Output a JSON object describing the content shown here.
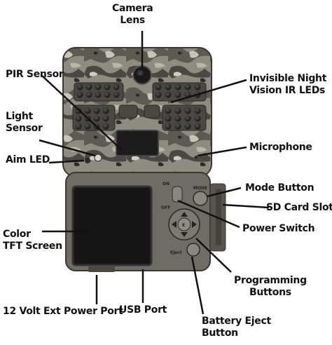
{
  "labels": {
    "camera_lens": "Camera\nLens",
    "pir_sensor": "PIR Sensor",
    "ir_leds": "Invisible Night\nVision IR LEDs",
    "light_sensor": "Light\nSensor",
    "aim_led": "Aim LED",
    "microphone": "Microphone",
    "mode_button": "Mode Button",
    "sd_card_slot": "SD Card Slot",
    "power_switch": "Power Switch",
    "color_tft": "Color\nTFT Screen",
    "programming_buttons": "Programming\nButtons",
    "power_port": "12 Volt Ext Power Port",
    "usb_port": "USB Port",
    "battery_eject": "Battery Eject\nButton"
  },
  "device_text": {
    "on": "ON",
    "off": "OFF",
    "mode": "MODE",
    "eject": "Eject",
    "center_button": "E"
  },
  "colors": {
    "camo_base": "#8e8b80",
    "camo_dark": "#3e3c36",
    "panel": "#6f6c66",
    "screen": "#161616"
  }
}
